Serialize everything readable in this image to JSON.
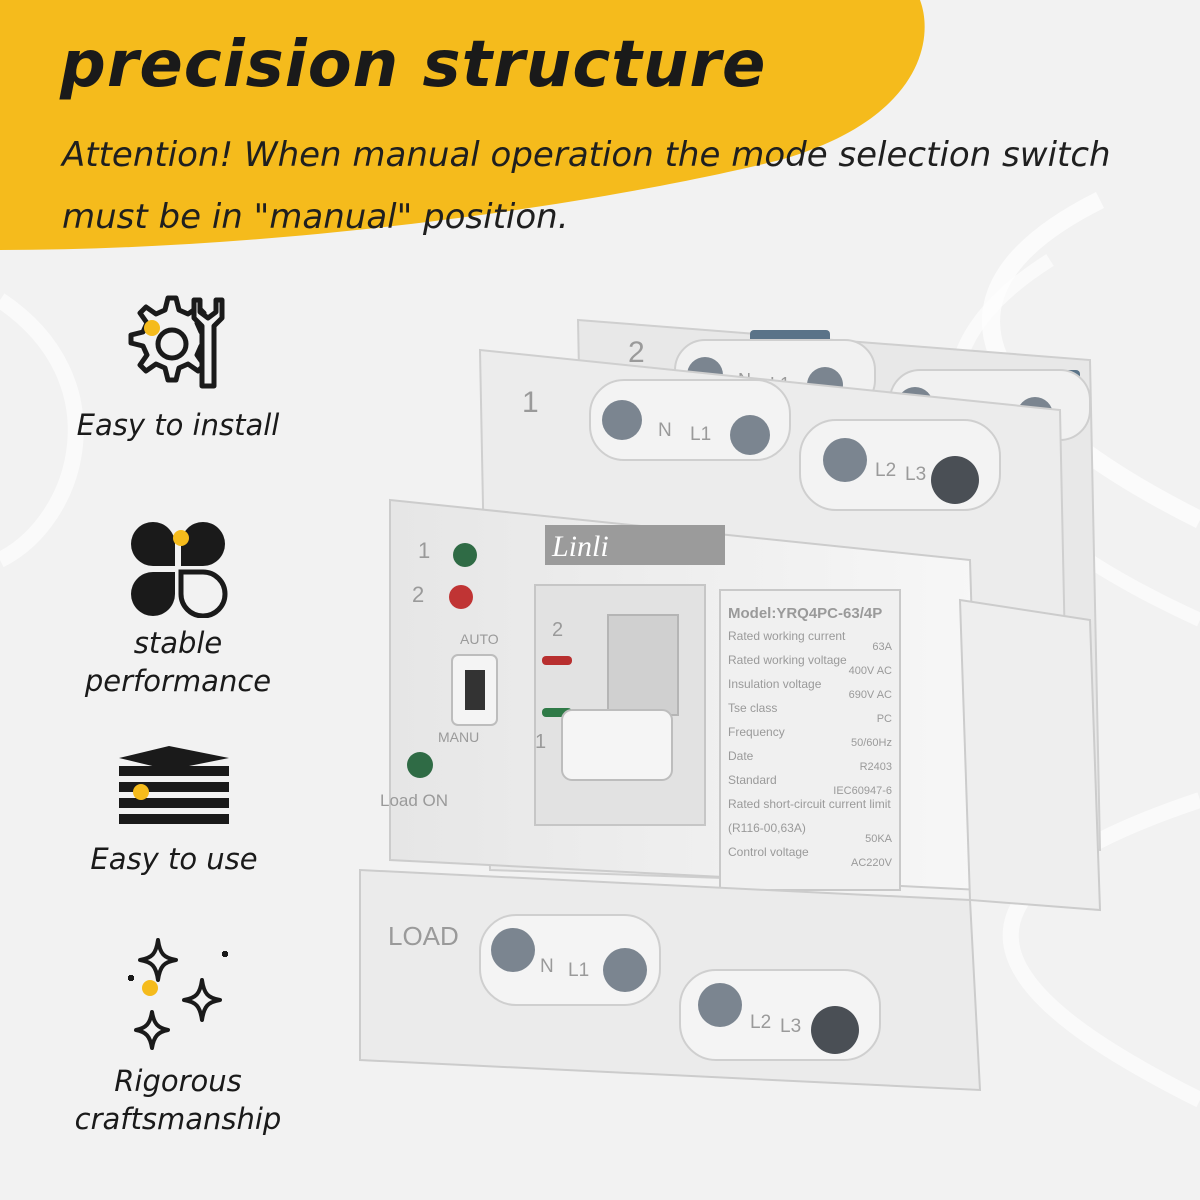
{
  "header": {
    "title": "precision structure",
    "attention": "Attention! When manual operation the mode selection switch must be in \"manual\" position."
  },
  "colors": {
    "accent": "#f5bb1c",
    "text": "#1a1a1a",
    "background": "#f2f2f2"
  },
  "features": [
    {
      "icon": "gear-wrench-icon",
      "label": "Easy to install"
    },
    {
      "icon": "clover-icon",
      "label": "stable performance"
    },
    {
      "icon": "stacked-layers-icon",
      "label": "Easy to use"
    },
    {
      "icon": "sparkles-icon",
      "label": "Rigorous craftsmanship"
    }
  ],
  "device": {
    "brand": "Linli",
    "source_1": "1",
    "source_2": "2",
    "indicator_auto": "AUTO",
    "indicator_manu": "MANU",
    "load_on": "Load ON",
    "load": "LOAD",
    "terminals": {
      "n": "N",
      "l1": "L1",
      "l2": "L2",
      "l3": "L3"
    },
    "model": "Model:YRQ4PC-63/4P",
    "spec_rows": [
      {
        "label": "Rated working current",
        "value": "63A"
      },
      {
        "label": "Rated working voltage",
        "value": "400V AC"
      },
      {
        "label": "Insulation voltage",
        "value": "690V AC"
      },
      {
        "label": "Tse class",
        "value": "PC"
      },
      {
        "label": "Frequency",
        "value": "50/60Hz"
      },
      {
        "label": "Date",
        "value": "R2403"
      },
      {
        "label": "Standard",
        "value": "IEC60947-6"
      },
      {
        "label": "Rated short-circuit current limit",
        "value": ""
      },
      {
        "label": "(R116-00,63A)",
        "value": "50KA"
      },
      {
        "label": "Control voltage",
        "value": "AC220V"
      }
    ]
  }
}
